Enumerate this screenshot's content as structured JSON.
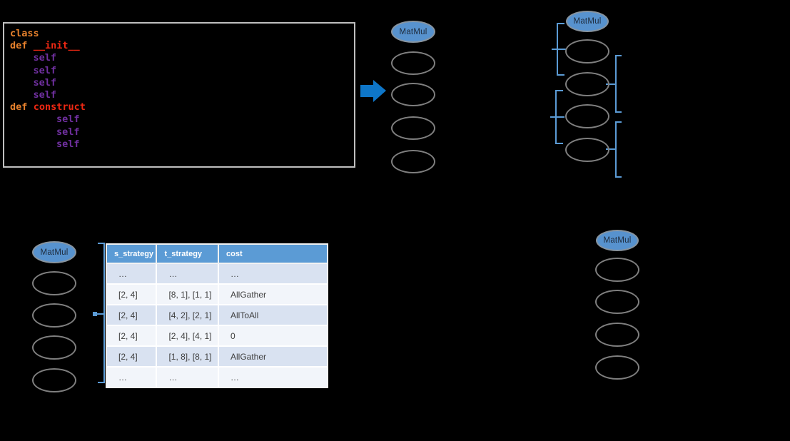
{
  "code": {
    "line_class": "class",
    "kw_def": "def",
    "fn_init": "__init__",
    "fn_construct": "construct",
    "self_level1": "    self",
    "self_level1b": "    self",
    "self_level1c": "    self",
    "self_level1d": "    self",
    "self_level2": "        self",
    "self_level2b": "        self",
    "self_level2c": "        self"
  },
  "graphs": {
    "top_mid": {
      "root_label": "MatMul",
      "empty_node_count": 4
    },
    "top_right": {
      "root_label": "MatMul",
      "empty_node_count": 4
    },
    "bottom_left": {
      "root_label": "MatMul",
      "empty_node_count": 4
    },
    "bottom_right": {
      "root_label": "MatMul",
      "empty_node_count": 4
    }
  },
  "table": {
    "headers": [
      "s_strategy",
      "t_strategy",
      "cost"
    ],
    "rows": [
      [
        "…",
        "…",
        "…"
      ],
      [
        "[2, 4]",
        "[8, 1], [1, 1]",
        "AllGather"
      ],
      [
        "[2, 4]",
        "[4, 2], [2, 1]",
        "AllToAll"
      ],
      [
        "[2, 4]",
        "[2, 4], [4, 1]",
        "0"
      ],
      [
        "[2, 4]",
        "[1, 8], [8, 1]",
        "AllGather"
      ],
      [
        "…",
        "…",
        "…"
      ]
    ]
  },
  "colors": {
    "accent_blue": "#5B9BD5",
    "arrow_blue": "#0E76C8",
    "node_fill": "#5792CE",
    "ellipse_stroke": "#7F7F7F",
    "code_keyword": "#E8822D",
    "code_function": "#F02813",
    "code_self": "#7030A0",
    "table_header_bg": "#5B9BD5",
    "table_band_bg": "#D9E2F1",
    "table_text": "#404040"
  }
}
